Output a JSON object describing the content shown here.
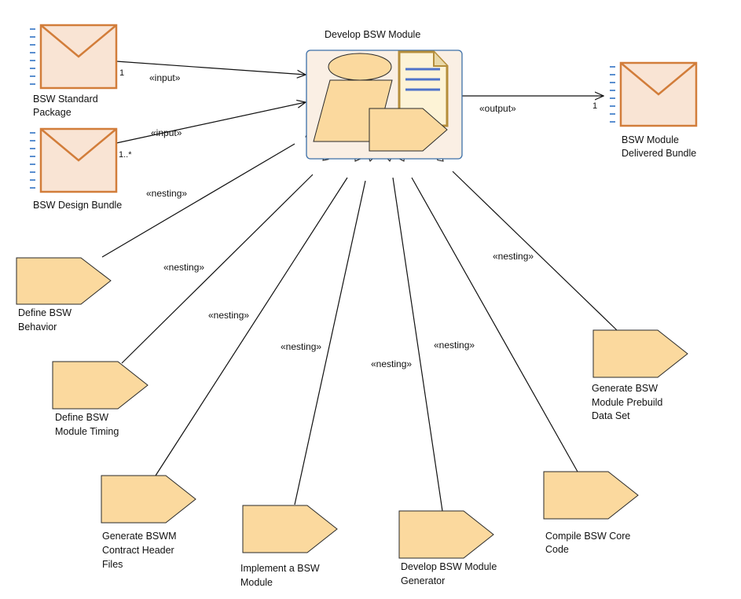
{
  "diagram": {
    "main_task": {
      "title": "Develop BSW Module"
    },
    "work_products": [
      {
        "id": "bsw-standard-package",
        "lines": [
          "BSW Standard",
          "Package"
        ],
        "multiplicity": "1",
        "relation": "«input»"
      },
      {
        "id": "bsw-design-bundle",
        "lines": [
          "BSW Design Bundle"
        ],
        "multiplicity": "1..*",
        "relation": "«input»"
      },
      {
        "id": "bsw-module-delivered-bundle",
        "lines": [
          "BSW Module",
          "Delivered Bundle"
        ],
        "multiplicity": "1",
        "relation": "«output»"
      }
    ],
    "nested_tasks": [
      {
        "id": "define-bsw-behavior",
        "lines": [
          "Define BSW",
          "Behavior"
        ],
        "relation": "«nesting»"
      },
      {
        "id": "define-bsw-module-timing",
        "lines": [
          "Define BSW",
          "Module Timing"
        ],
        "relation": "«nesting»"
      },
      {
        "id": "generate-bswm-contract-header-files",
        "lines": [
          "Generate BSWM",
          "Contract Header",
          "Files"
        ],
        "relation": "«nesting»"
      },
      {
        "id": "implement-a-bsw-module",
        "lines": [
          "Implement a BSW",
          "Module"
        ],
        "relation": "«nesting»"
      },
      {
        "id": "develop-bsw-module-generator",
        "lines": [
          "Develop BSW Module",
          "Generator"
        ],
        "relation": "«nesting»"
      },
      {
        "id": "compile-bsw-core-code",
        "lines": [
          "Compile BSW Core",
          "Code"
        ],
        "relation": "«nesting»"
      },
      {
        "id": "generate-bsw-module-prebuild-data-set",
        "lines": [
          "Generate BSW",
          "Module Prebuild",
          "Data Set"
        ],
        "relation": "«nesting»"
      }
    ]
  },
  "colors": {
    "task_fill": "#fbd99e",
    "task_stroke": "#2a2a2a",
    "envelope_fill": "#f9e4d4",
    "envelope_stroke": "#d27d3a",
    "main_box_fill": "#faefe4",
    "main_box_stroke": "#3c6fa8",
    "dash_blue": "#5b8fd0",
    "doc_fill": "#fdf3d6",
    "doc_stroke": "#b58e3b",
    "doc_lines": "#4f73c9"
  }
}
